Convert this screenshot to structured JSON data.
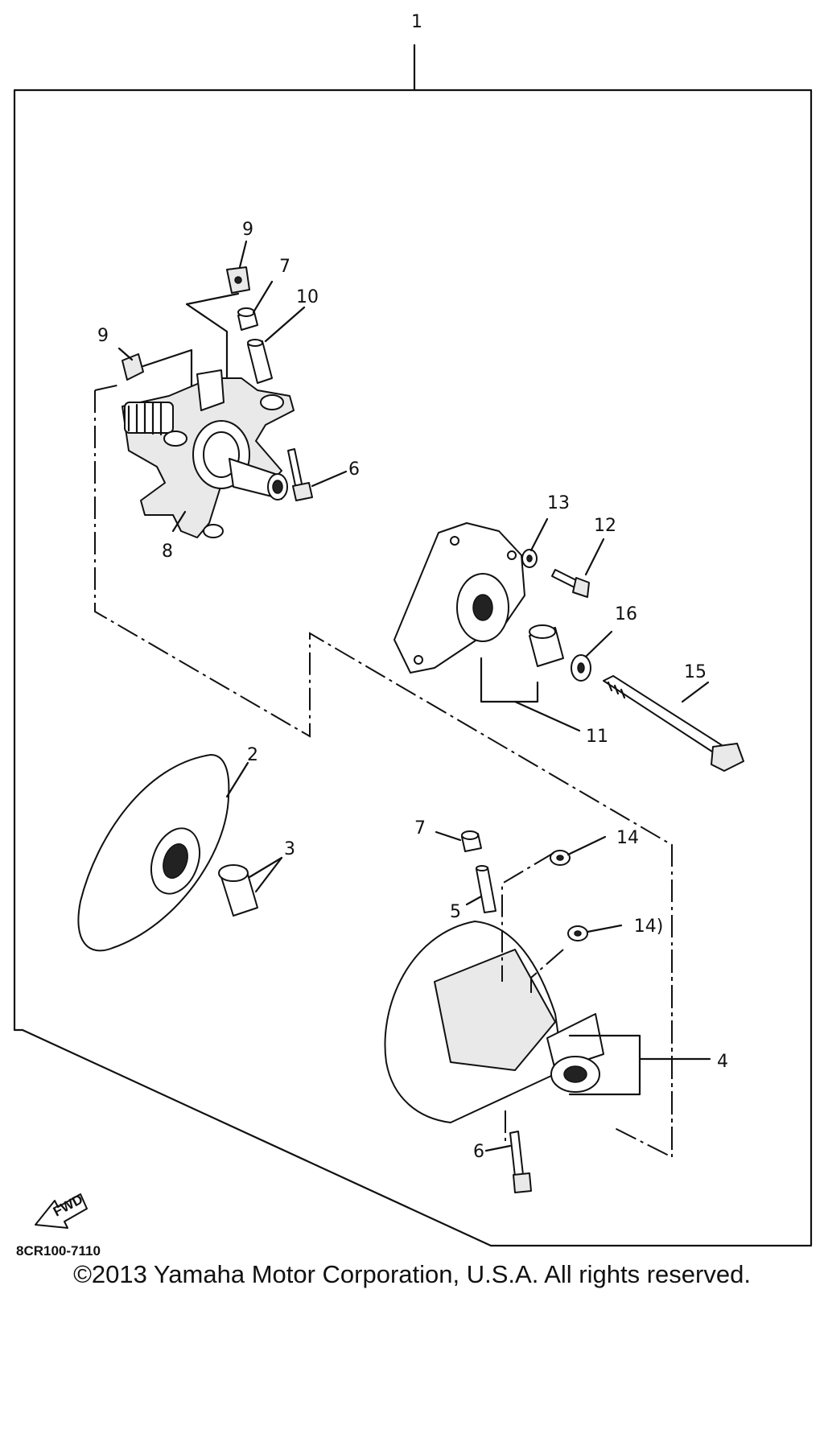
{
  "diagram": {
    "callouts": {
      "c1": "1",
      "c2": "2",
      "c3": "3",
      "c4": "4",
      "c5": "5",
      "c6a": "6",
      "c6b": "6",
      "c7a": "7",
      "c7b": "7",
      "c8": "8",
      "c9a": "9",
      "c9b": "9",
      "c10": "10",
      "c11": "11",
      "c12": "12",
      "c13": "13",
      "c14a": "14",
      "c14b": "14)",
      "c15": "15",
      "c16": "16"
    },
    "fwd_label": "FWD",
    "drawing_code": "8CR100-7110"
  },
  "footer": {
    "copyright": "©2013 Yamaha Motor Corporation, U.S.A. All rights reserved."
  }
}
